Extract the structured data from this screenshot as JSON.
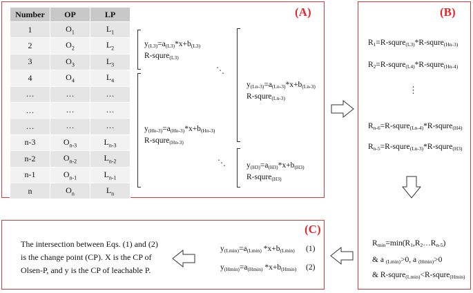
{
  "panels": {
    "a_label": "(A)",
    "b_label": "(B)",
    "c_label": "(C)"
  },
  "table": {
    "headers": [
      "Number",
      "OP",
      "LP"
    ],
    "rows": [
      [
        "1",
        "O",
        "1",
        "L",
        "1"
      ],
      [
        "2",
        "O",
        "2",
        "L",
        "2"
      ],
      [
        "3",
        "O",
        "3",
        "L",
        "3"
      ],
      [
        "4",
        "O",
        "4",
        "L",
        "4"
      ],
      [
        "…",
        "…",
        "",
        "…",
        ""
      ],
      [
        "…",
        "…",
        "",
        "…",
        ""
      ],
      [
        "…",
        "…",
        "",
        "…",
        ""
      ],
      [
        "n-3",
        "O",
        "n-3",
        "L",
        "n-3"
      ],
      [
        "n-2",
        "O",
        "n-2",
        "L",
        "n-2"
      ],
      [
        "n-1",
        "O",
        "n-1",
        "L",
        "n-1"
      ],
      [
        "n",
        "O",
        "n",
        "L",
        "n"
      ]
    ]
  },
  "panel_a_equations": {
    "eq_l3": {
      "y": "y",
      "y_sub": "(L3)",
      "eq": "=a",
      "a_sub": "(L3)",
      "mid": "*x+b",
      "b_sub": "(L3)",
      "r": "R-squre",
      "r_sub": "(L3)"
    },
    "eq_ln3": {
      "y": "y",
      "y_sub": "(Ln-3)",
      "eq": "=a",
      "a_sub": "(Ln-3)",
      "mid": "*x+b",
      "b_sub": "(Ln-3)",
      "r": "R-squre",
      "r_sub": "(Ln-3)"
    },
    "eq_hn3": {
      "y": "y",
      "y_sub": "(Hn-3)",
      "eq": "=a",
      "a_sub": "(Hn-3)",
      "mid": "*x+b",
      "b_sub": "(Hn-3)",
      "r": "R-squre",
      "r_sub": "(Hn-3)"
    },
    "eq_h3": {
      "y": "y",
      "y_sub": "(H3)",
      "eq": "=a",
      "a_sub": "(H3)",
      "mid": "*x+b",
      "b_sub": "(H3)",
      "r": "R-squre",
      "r_sub": "(H3)"
    },
    "dots": "⋱"
  },
  "panel_b": {
    "r1": {
      "lhs": "R",
      "lhs_sub": "1",
      "a": "=R-squre",
      "a_sub": "(L3)",
      "b": "*R-squre",
      "b_sub": "(Hn-3)"
    },
    "r2": {
      "lhs": "R",
      "lhs_sub": "2",
      "a": "=R-squre",
      "a_sub": "(L4)",
      "b": "*R-squre",
      "b_sub": "(Hn-4)"
    },
    "vdots": "⋮",
    "rn6": {
      "lhs": "R",
      "lhs_sub": "n-6",
      "a": "=R-squre",
      "a_sub": "(Ln-4)",
      "b": "*R-squre",
      "b_sub": "(H4)"
    },
    "rn5": {
      "lhs": "R",
      "lhs_sub": "n-5",
      "a": "=R-squre",
      "a_sub": "(Ln-3)",
      "b": "*R-squre",
      "b_sub": "(H3)"
    },
    "rmin": {
      "lhs": "R",
      "lhs_sub": "min",
      "mid": "=min(R",
      "s1": "1",
      "c": ",R",
      "s2": "2",
      "dots": "…R",
      "s3": "n-5",
      "end": ")"
    },
    "cond1": {
      "pre": "& a ",
      "s1": "(Lmin)",
      "mid": ">0, a ",
      "s2": "(Hmin)",
      "end": ">0"
    },
    "cond2": {
      "pre": "& R-squre",
      "s1": "(Lmin)",
      "mid": "<R-squre",
      "s2": "(Hmin)"
    }
  },
  "panel_c": {
    "eq1": {
      "y": "y",
      "y_sub": "(Lmin)",
      "eq": "=a",
      "a_sub": "(Lmin)",
      "mid": " *x+b",
      "b_sub": "(Lmin)",
      "num": "(1)"
    },
    "eq2": {
      "y": "y",
      "y_sub": "(Hmin)",
      "eq": "=a",
      "a_sub": "(Hmin)",
      "mid": " *x+b",
      "b_sub": "(Hmin)",
      "num": "(2)"
    },
    "text_lines": [
      "The intersection between Eqs. (1) and (2)",
      "is the change point (CP). X is the CP of",
      "Olsen-P, and y is the CP of leachable P."
    ]
  }
}
